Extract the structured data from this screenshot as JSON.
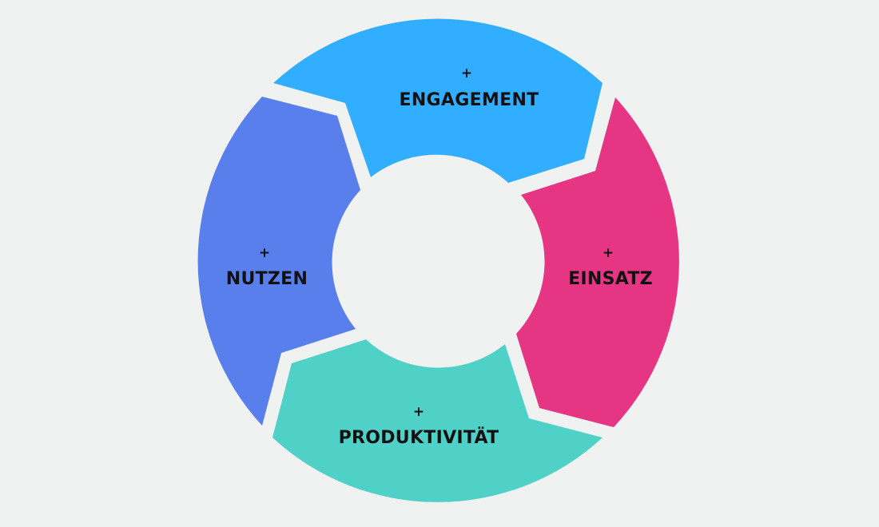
{
  "background_color": "#f0f2f2",
  "segments": [
    {
      "id": "engagement",
      "label": "ENGAGEMENT",
      "marker": "+",
      "color": "#31aeff"
    },
    {
      "id": "einsatz",
      "label": "EINSATZ",
      "marker": "+",
      "color": "#e63582"
    },
    {
      "id": "produktivitaet",
      "label": "PRODUKTIVITÄT",
      "marker": "+",
      "color": "#4fd1c7"
    },
    {
      "id": "nutzen",
      "label": "NUTZEN",
      "marker": "+",
      "color": "#587fec"
    }
  ]
}
